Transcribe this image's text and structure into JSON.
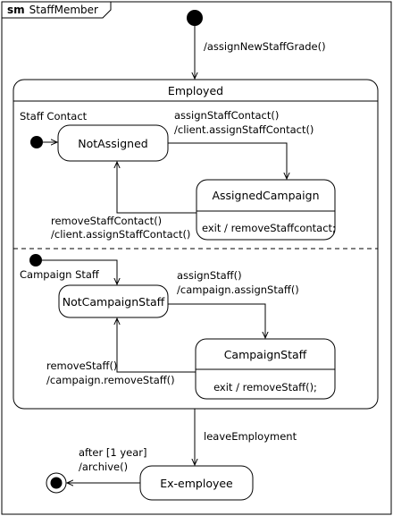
{
  "frame": {
    "keyword": "sm",
    "name": "StaffMember"
  },
  "states": {
    "employed": "Employed",
    "not_assigned": "NotAssigned",
    "assigned_campaign": {
      "name": "AssignedCampaign",
      "activity": "exit / removeStaffcontact;"
    },
    "not_campaign_staff": "NotCampaignStaff",
    "campaign_staff": {
      "name": "CampaignStaff",
      "activity": "exit / removeStaff();"
    },
    "ex_employee": "Ex-employee"
  },
  "regions": {
    "staff_contact": "Staff Contact",
    "campaign_staff": "Campaign Staff"
  },
  "transitions": {
    "initial": "/assignNewStaffGrade()",
    "assign_contact": [
      "assignStaffContact()",
      "/client.assignStaffContact()"
    ],
    "remove_contact": [
      "removeStaffContact()",
      "/client.assignStaffContact()"
    ],
    "assign_staff": [
      "assignStaff()",
      "/campaign.assignStaff()"
    ],
    "remove_staff": [
      "removeStaff()",
      "/campaign.removeStaff()"
    ],
    "leave": "leaveEmployment",
    "archive": [
      "after [1 year]",
      "/archive()"
    ]
  }
}
